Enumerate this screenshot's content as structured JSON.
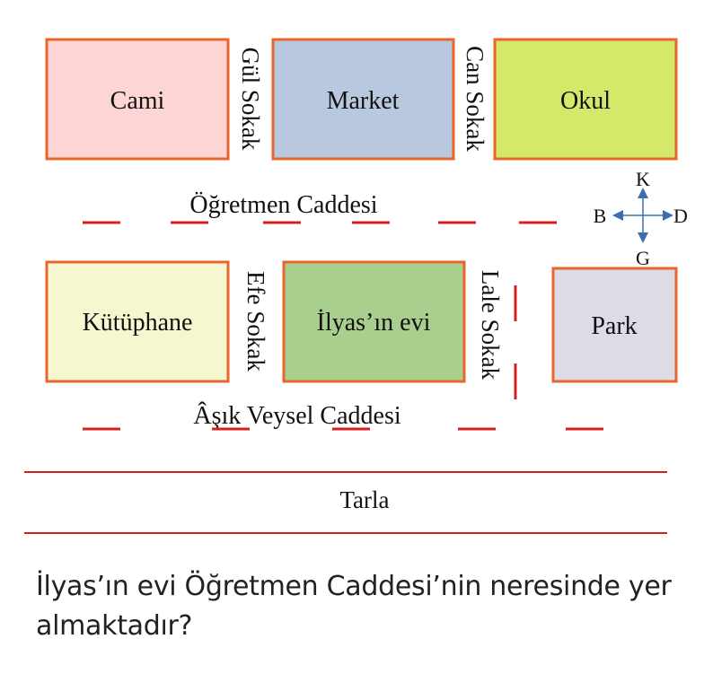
{
  "colors": {
    "building_border": "#e8652c",
    "road_dash": "#d42020",
    "arrow": "#3a6fb0",
    "text": "#111111"
  },
  "buildings": {
    "cami": {
      "label": "Cami",
      "fill": "#fdd5d5"
    },
    "market": {
      "label": "Market",
      "fill": "#b8c8de"
    },
    "okul": {
      "label": "Okul",
      "fill": "#d6e86a"
    },
    "kutuphane": {
      "label": "Kütüphane",
      "fill": "#f6f6cf"
    },
    "ilyas_evi": {
      "label": "İlyas’ın evi",
      "fill": "#a8cf8e"
    },
    "park": {
      "label": "Park",
      "fill": "#dcdbe6"
    }
  },
  "streets": {
    "gul_sokak": "Gül Sokak",
    "can_sokak": "Can Sokak",
    "efe_sokak": "Efe Sokak",
    "lale_sokak": "Lale Sokak",
    "ogretmen_caddesi": "Öğretmen Caddesi",
    "asik_veysel_caddesi": "Âşık Veysel Caddesi"
  },
  "field": {
    "label": "Tarla"
  },
  "compass": {
    "north": "K",
    "south": "G",
    "west": "B",
    "east": "D"
  },
  "question": "İlyas’ın evi Öğretmen Caddesi’nin neresinde yer almaktadır?"
}
